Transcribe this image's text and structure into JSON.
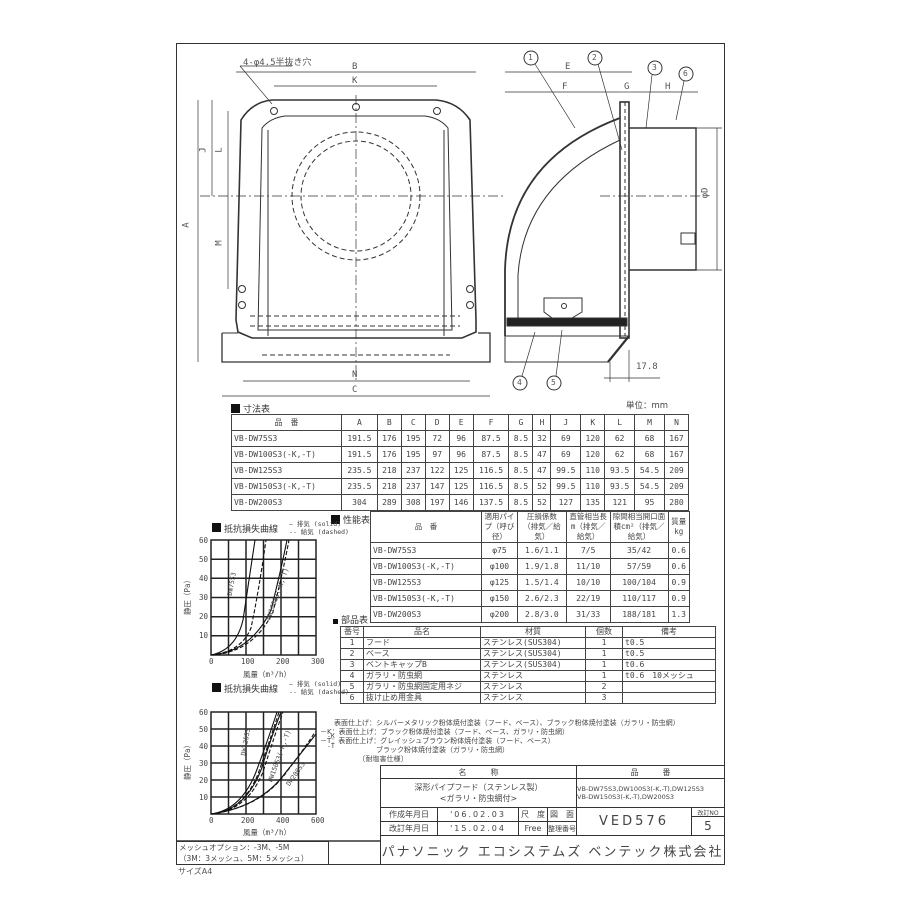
{
  "drawing": {
    "hole_note": "4-φ4.5半抜き穴",
    "unit_label": "単位：mm",
    "dim_17_8": "17.8",
    "front_view_labels": {
      "A": "A",
      "B": "B",
      "C": "C",
      "J": "J",
      "K": "K",
      "L": "L",
      "M": "M",
      "N": "N"
    },
    "side_view_labels": {
      "E": "E",
      "F": "F",
      "G": "G",
      "H": "H",
      "D": "φD"
    },
    "balloons": [
      "1",
      "2",
      "3",
      "4",
      "5",
      "6"
    ]
  },
  "dimension_table": {
    "title": "寸法表",
    "headers": [
      "品　番",
      "A",
      "B",
      "C",
      "D",
      "E",
      "F",
      "G",
      "H",
      "J",
      "K",
      "L",
      "M",
      "N"
    ],
    "rows": [
      [
        "VB-DW75S3",
        "191.5",
        "176",
        "195",
        "72",
        "96",
        "87.5",
        "8.5",
        "32",
        "69",
        "120",
        "62",
        "68",
        "167"
      ],
      [
        "VB-DW100S3(-K,-T)",
        "191.5",
        "176",
        "195",
        "97",
        "96",
        "87.5",
        "8.5",
        "47",
        "69",
        "120",
        "62",
        "68",
        "167"
      ],
      [
        "VB-DW125S3",
        "235.5",
        "218",
        "237",
        "122",
        "125",
        "116.5",
        "8.5",
        "47",
        "99.5",
        "110",
        "93.5",
        "54.5",
        "209"
      ],
      [
        "VB-DW150S3(-K,-T)",
        "235.5",
        "218",
        "237",
        "147",
        "125",
        "116.5",
        "8.5",
        "52",
        "99.5",
        "110",
        "93.5",
        "54.5",
        "209"
      ],
      [
        "VB-DW200S3",
        "304",
        "289",
        "308",
        "197",
        "146",
        "137.5",
        "8.5",
        "52",
        "127",
        "135",
        "121",
        "95",
        "280"
      ]
    ]
  },
  "performance_table": {
    "title": "性能表",
    "headers": [
      "品　番",
      "適用パイプ（呼び径）",
      "圧損係数（排気／給気）",
      "直管相当長m（排気／給気）",
      "隙間相当開口面積cm²（排気／給気）",
      "質量kg"
    ],
    "rows": [
      [
        "VB-DW75S3",
        "φ75",
        "1.6/1.1",
        "7/5",
        "35/42",
        "0.6"
      ],
      [
        "VB-DW100S3(-K,-T)",
        "φ100",
        "1.9/1.8",
        "11/10",
        "57/59",
        "0.6"
      ],
      [
        "VB-DW125S3",
        "φ125",
        "1.5/1.4",
        "10/10",
        "100/104",
        "0.9"
      ],
      [
        "VB-DW150S3(-K,-T)",
        "φ150",
        "2.6/2.3",
        "22/19",
        "110/117",
        "0.9"
      ],
      [
        "VB-DW200S3",
        "φ200",
        "2.8/3.0",
        "31/33",
        "188/181",
        "1.3"
      ]
    ]
  },
  "parts_table": {
    "title": "部品表",
    "headers": [
      "番号",
      "品名",
      "材質",
      "個数",
      "備考"
    ],
    "rows": [
      [
        "1",
        "フード",
        "ステンレス(SUS304)",
        "1",
        "t0.5"
      ],
      [
        "2",
        "ベース",
        "ステンレス(SUS304)",
        "1",
        "t0.5"
      ],
      [
        "3",
        "ベントキャップB",
        "ステンレス(SUS304)",
        "1",
        "t0.6"
      ],
      [
        "4",
        "ガラリ・防虫網",
        "ステンレス",
        "1",
        "t0.6　10メッシュ"
      ],
      [
        "5",
        "ガラリ・防虫網固定用ネジ",
        "ステンレス",
        "2",
        ""
      ],
      [
        "6",
        "抜け止め用金具",
        "ステンレス",
        "3",
        ""
      ]
    ]
  },
  "notes": [
    "　　表面仕上げ：シルバーメタリック粉体焼付塗装（フード、ベース）、ブラック粉体焼付塗装（ガラリ・防虫網）",
    "－K：表面仕上げ：ブラック粉体焼付塗装（フード、ベース、ガラリ・防虫網）",
    "－T：表面仕上げ：グレイッシュブラウン粉体焼付塗装（フード、ベース）",
    "　　　　　　　　ブラック粉体焼付塗装（ガラリ・防虫網）",
    "　　　　　　〔耐塩害仕様〕"
  ],
  "title_block": {
    "name_header": "名　　　称",
    "part_no_header": "品　　　番",
    "name_line1": "深形パイプフード（ステンレス製）",
    "name_line2": "<ガラリ・防虫網付>",
    "part_no_line1": "VB-DW75S3,DW100S3(-K,-T),DW125S3",
    "part_no_line2": "VB-DW150S3(-K,-T),DW200S3",
    "created_label": "作成年月日",
    "created_value": "'06.02.03",
    "revised_label": "改訂年月日",
    "revised_value": "'15.02.04",
    "scale_label": "尺　度",
    "scale_value": "Free",
    "drawing_no_label1": "図　面",
    "drawing_no_label2": "整理番号",
    "drawing_no": "VED576",
    "rev_no_label": "改訂NO",
    "rev_no": "5",
    "company": "パナソニック エコシステムズ ベンテック株式会社"
  },
  "mesh_option": {
    "line1": "メッシュオプション：-3M、-5M",
    "line2": "（3M：3メッシュ、5M：5メッシュ）"
  },
  "paper_size": "サイズA4",
  "chart_data": [
    {
      "type": "line",
      "title": "抵抗損失曲線",
      "xlabel": "風量（m³/h）",
      "ylabel": "静圧（Pa）",
      "xlim": [
        0,
        300
      ],
      "ylim": [
        0,
        60
      ],
      "xticks": [
        0,
        100,
        200,
        300
      ],
      "yticks": [
        10,
        20,
        30,
        40,
        50,
        60
      ],
      "grid": true,
      "legend": [
        "排気 (solid)",
        "給気 (dashed)"
      ],
      "series": [
        {
          "name": "DW75S3 排気",
          "style": "solid",
          "x": [
            0,
            40,
            60,
            80,
            100,
            120
          ],
          "y": [
            0,
            8,
            17,
            30,
            46,
            62
          ]
        },
        {
          "name": "DW75S3 給気",
          "style": "dashed",
          "x": [
            0,
            50,
            80,
            100,
            120,
            140
          ],
          "y": [
            0,
            6,
            15,
            24,
            36,
            50
          ]
        },
        {
          "name": "DW100S3(-K,-T) 排気",
          "style": "solid",
          "x": [
            0,
            60,
            100,
            150,
            190,
            205
          ],
          "y": [
            0,
            5,
            14,
            32,
            52,
            60
          ]
        },
        {
          "name": "DW100S3(-K,-T) 給気",
          "style": "dashed",
          "x": [
            0,
            60,
            100,
            150,
            190,
            200
          ],
          "y": [
            0,
            5,
            13,
            30,
            50,
            57
          ]
        }
      ],
      "annotations": [
        "DW75S3",
        "DW100S3(-K,-T)"
      ]
    },
    {
      "type": "line",
      "title": "抵抗損失曲線",
      "xlabel": "風量（m³/h）",
      "ylabel": "静圧（Pa）",
      "xlim": [
        0,
        600
      ],
      "ylim": [
        0,
        60
      ],
      "xticks": [
        0,
        200,
        400,
        600
      ],
      "yticks": [
        10,
        20,
        30,
        40,
        50,
        60
      ],
      "grid": true,
      "legend": [
        "排気 (solid)",
        "給気 (dashed)"
      ],
      "series": [
        {
          "name": "DW125S3 排気",
          "style": "solid",
          "x": [
            0,
            100,
            200,
            300,
            360,
            390
          ],
          "y": [
            0,
            5,
            18,
            38,
            52,
            60
          ]
        },
        {
          "name": "DW125S3 給気",
          "style": "dashed",
          "x": [
            0,
            100,
            200,
            300,
            370,
            400
          ],
          "y": [
            0,
            4,
            16,
            35,
            52,
            60
          ]
        },
        {
          "name": "DW150S3(-K,-T) 排気",
          "style": "solid",
          "x": [
            0,
            100,
            200,
            300,
            380,
            400
          ],
          "y": [
            0,
            4,
            16,
            36,
            56,
            60
          ]
        },
        {
          "name": "DW150S3(-K,-T) 給気",
          "style": "dashed",
          "x": [
            0,
            100,
            200,
            300,
            380,
            410
          ],
          "y": [
            0,
            4,
            15,
            33,
            52,
            60
          ]
        },
        {
          "name": "DW200S3 排気",
          "style": "solid",
          "x": [
            0,
            100,
            200,
            300,
            400,
            500,
            600
          ],
          "y": [
            0,
            2,
            6,
            12,
            21,
            32,
            47
          ]
        },
        {
          "name": "DW200S3 給気",
          "style": "dashed",
          "x": [
            0,
            100,
            200,
            300,
            400,
            500,
            590
          ],
          "y": [
            0,
            2,
            6,
            12,
            22,
            34,
            48
          ]
        }
      ],
      "annotations": [
        "DW125S3",
        "DW150S3(-K,-T)",
        "DW200S3",
        "-K",
        "-T"
      ]
    }
  ]
}
